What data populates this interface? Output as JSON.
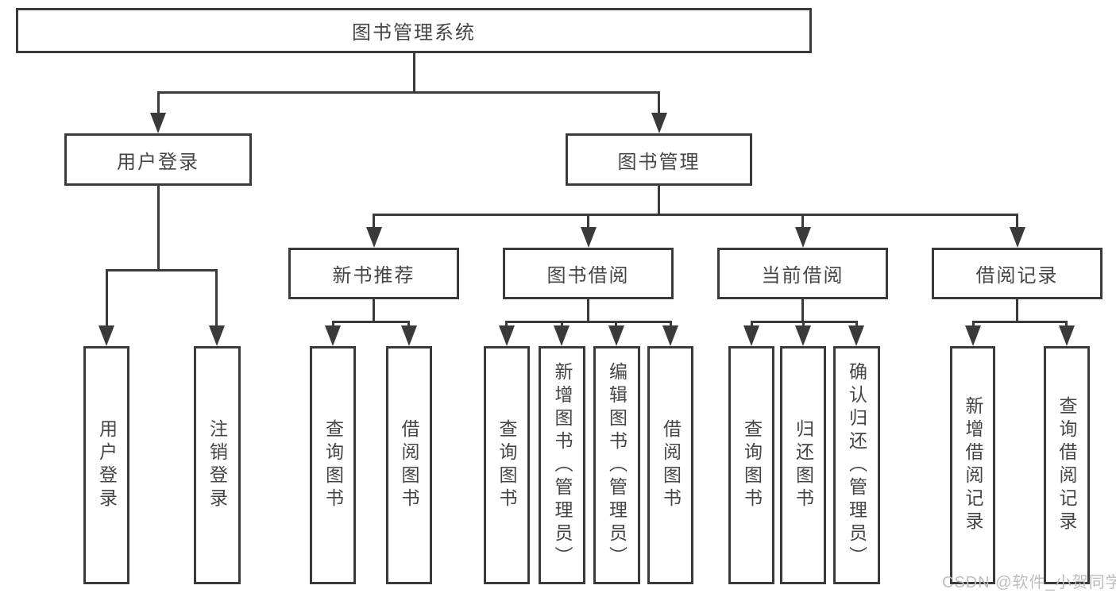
{
  "colors": {
    "line": "#3a3a3a",
    "node_border": "#3a3a3a",
    "node_text": "#454545",
    "background": "#ffffff",
    "watermark": "#bdbdbd"
  },
  "watermark": {
    "text": "CSDN @软件_小贺同学"
  },
  "diagram": {
    "type": "hierarchy-tree",
    "root": {
      "label": "图书管理系统"
    },
    "branches": [
      {
        "label": "用户登录",
        "children": [
          {
            "label": "用户登录"
          },
          {
            "label": "注销登录"
          }
        ]
      },
      {
        "label": "图书管理",
        "children": [
          {
            "label": "新书推荐",
            "children": [
              {
                "label": "查询图书"
              },
              {
                "label": "借阅图书"
              }
            ]
          },
          {
            "label": "图书借阅",
            "children": [
              {
                "label": "查询图书"
              },
              {
                "label": "新增图书（管理员）"
              },
              {
                "label": "编辑图书（管理员）"
              },
              {
                "label": "借阅图书"
              }
            ]
          },
          {
            "label": "当前借阅",
            "children": [
              {
                "label": "查询图书"
              },
              {
                "label": "归还图书"
              },
              {
                "label": "确认归还（管理员）"
              }
            ]
          },
          {
            "label": "借阅记录",
            "children": [
              {
                "label": "新增借阅记录"
              },
              {
                "label": "查询借阅记录"
              }
            ]
          }
        ]
      }
    ]
  }
}
